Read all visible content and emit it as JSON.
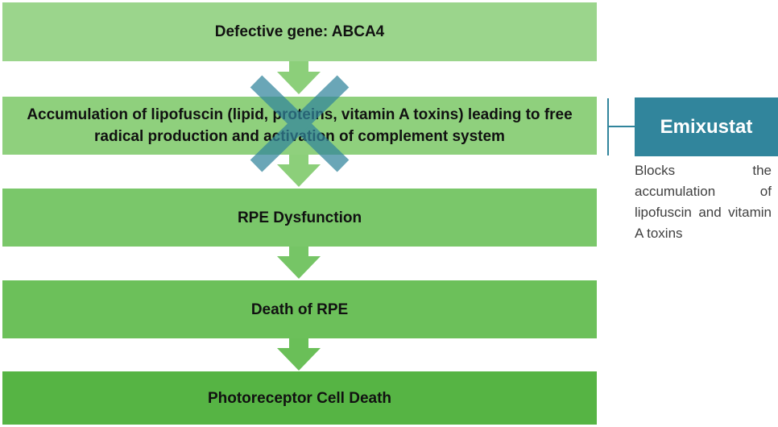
{
  "steps": [
    {
      "label": "Defective gene: ABCA4"
    },
    {
      "label": "Accumulation of lipofuscin (lipid, proteins, vitamin A toxins) leading to free radical production and activation of complement system"
    },
    {
      "label": "RPE Dysfunction"
    },
    {
      "label": "Death of RPE"
    },
    {
      "label": "Photoreceptor Cell Death"
    }
  ],
  "drug": {
    "name": "Emixustat",
    "description": "Blocks the accumulation of lipofuscin and vitamin A toxins"
  },
  "colors": {
    "step_1": "#9bd58c",
    "step_2": "#8fd07d",
    "step_3": "#7ac76a",
    "step_4": "#6cc05a",
    "step_5": "#56b444",
    "arrow": "#8ccf7a",
    "drug_box": "#31859c",
    "blocked_mark": "#31859c"
  },
  "icons": {
    "flow_arrow": "down-arrow-icon",
    "blocked_mark": "x-mark-icon",
    "connector": "bracket-connector"
  }
}
